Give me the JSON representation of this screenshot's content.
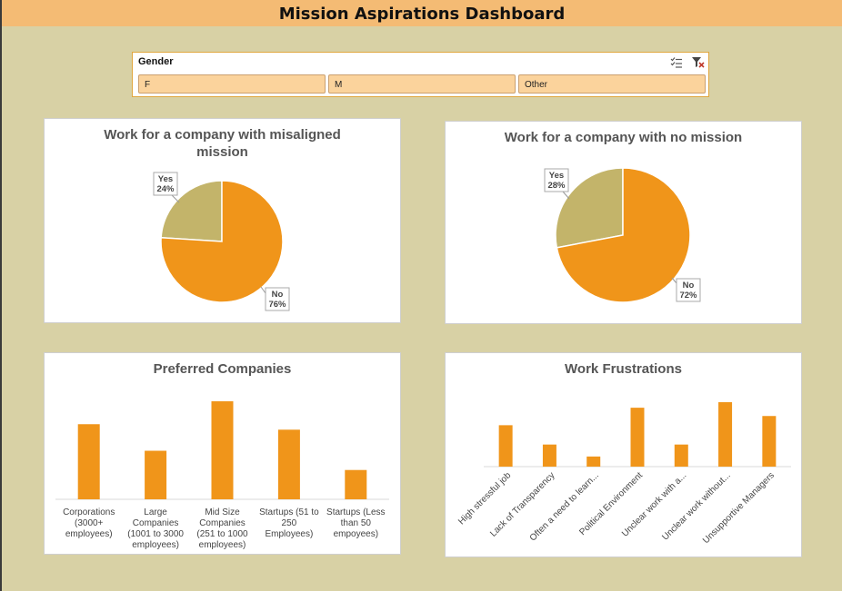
{
  "page": {
    "title": "Mission Aspirations Dashboard"
  },
  "slicer": {
    "header": "Gender",
    "options": [
      "F",
      "M",
      "Other"
    ],
    "icons": [
      "multi-select-icon",
      "clear-filter-icon"
    ]
  },
  "colors": {
    "primary": "#f0951a",
    "secondary": "#c3b46a",
    "background": "#d8d1a5",
    "title_bar": "#f4bb74"
  },
  "chart_data": [
    {
      "type": "pie",
      "title": "Work for a company with misaligned mission",
      "labels": [
        "Yes",
        "No"
      ],
      "values": [
        24,
        76
      ],
      "display": [
        "24%",
        "76%"
      ],
      "colors": [
        "#c3b46a",
        "#f0951a"
      ]
    },
    {
      "type": "pie",
      "title": "Work for a company with no mission",
      "labels": [
        "Yes",
        "No"
      ],
      "values": [
        28,
        72
      ],
      "display": [
        "28%",
        "72%"
      ],
      "colors": [
        "#c3b46a",
        "#f0951a"
      ]
    },
    {
      "type": "bar",
      "title": "Preferred Companies",
      "categories": [
        [
          "Corporations",
          "(3000+",
          "employees)"
        ],
        [
          "Large",
          "Companies",
          "(1001 to 3000",
          "employees)"
        ],
        [
          "Mid Size",
          "Companies",
          "(251 to 1000",
          "employees)"
        ],
        [
          "Startups (51 to",
          "250",
          "Employees)"
        ],
        [
          "Startups (Less",
          "than 50",
          "empoyees)"
        ]
      ],
      "values": [
        82,
        53,
        107,
        76,
        32
      ],
      "ylim": [
        0,
        110
      ],
      "grid": false
    },
    {
      "type": "bar",
      "title": "Work Frustrations",
      "categories": [
        "High stressful job",
        "Lack of Transparency",
        "Often a need to learn...",
        "Political Environment",
        "Unclear work with a...",
        "Unclear work without...",
        "Unsupportive Managers"
      ],
      "values": [
        45,
        24,
        11,
        64,
        24,
        70,
        55
      ],
      "ylim": [
        0,
        72
      ],
      "grid": false
    }
  ]
}
